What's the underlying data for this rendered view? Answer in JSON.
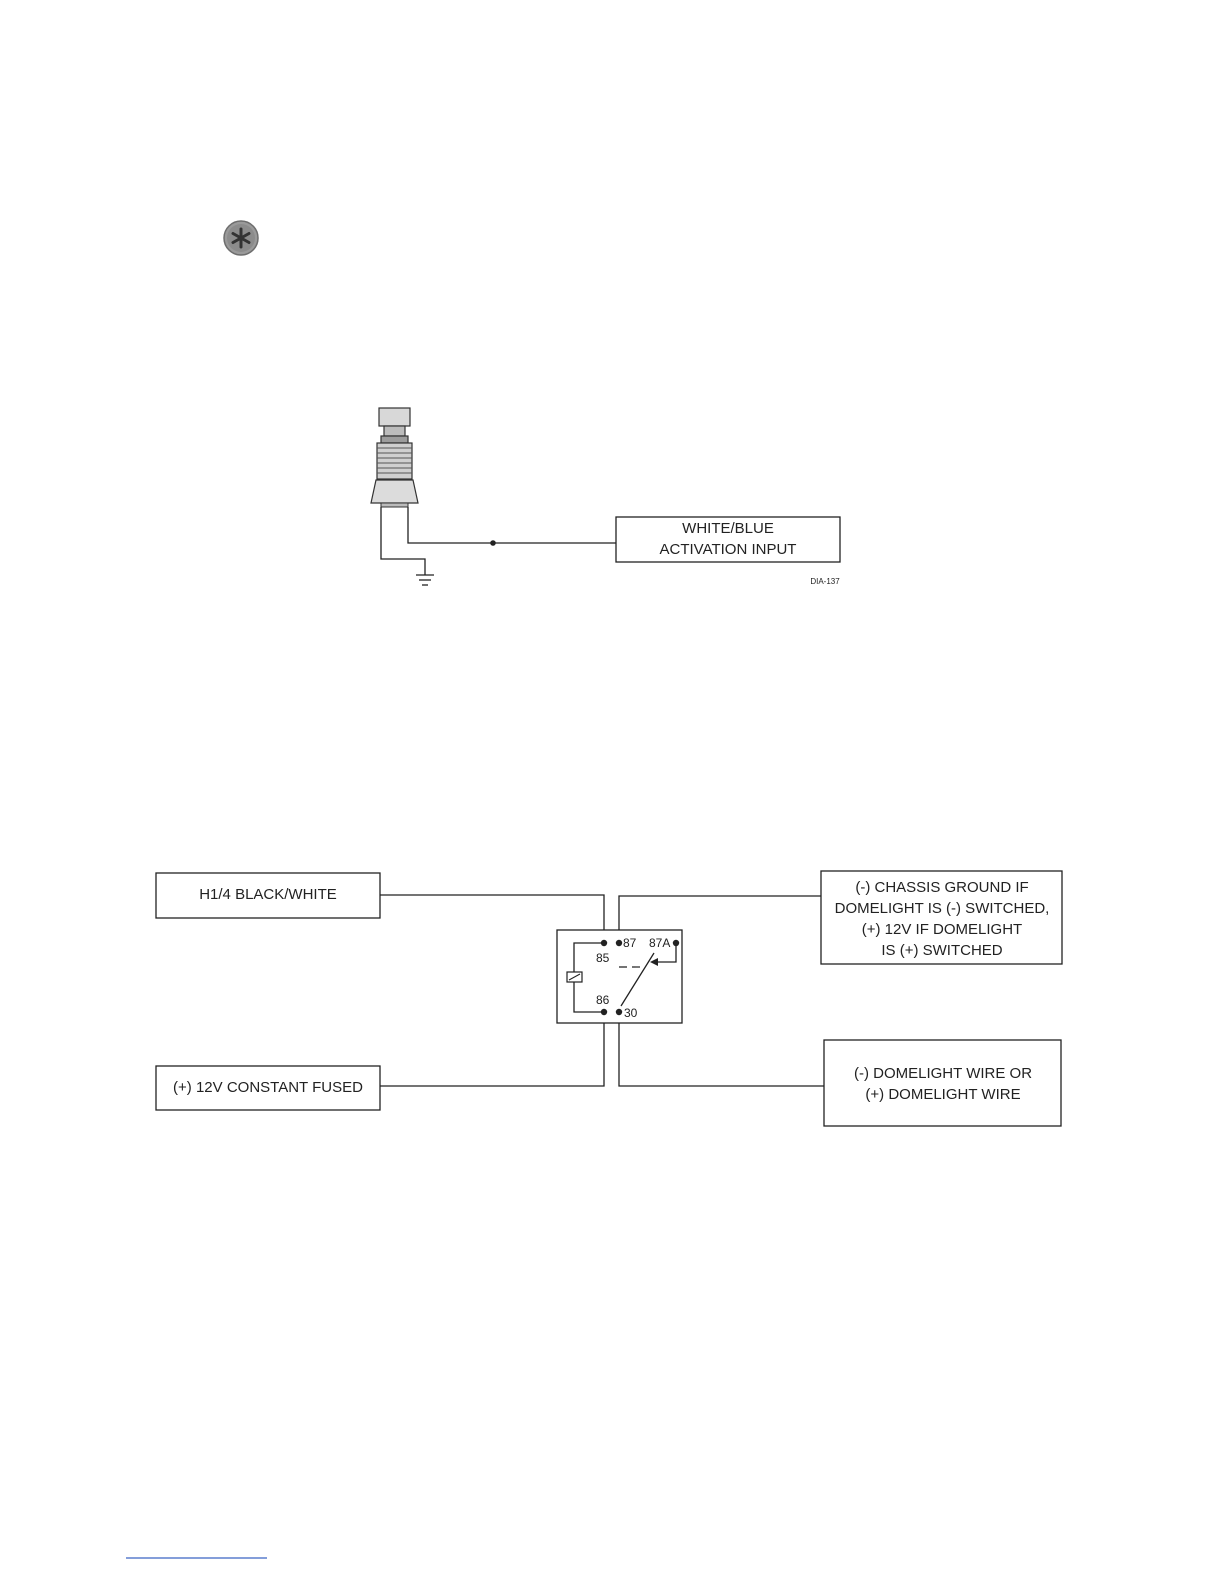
{
  "icon": {
    "name": "asterisk-note-icon",
    "color": "#8c8c8c"
  },
  "diagram1": {
    "box_line1": "WHITE/BLUE",
    "box_line2": "ACTIVATION INPUT",
    "code": "DIA-137"
  },
  "diagram2": {
    "left_top": "H1/4 BLACK/WHITE",
    "left_bottom": "(+) 12V CONSTANT FUSED",
    "right_top": [
      "(-) CHASSIS GROUND IF",
      "DOMELIGHT IS (-) SWITCHED,",
      "(+) 12V IF DOMELIGHT",
      "IS (+) SWITCHED"
    ],
    "right_bottom": [
      "(-) DOMELIGHT WIRE OR",
      "(+) DOMELIGHT WIRE"
    ],
    "relay": {
      "pin85": "85",
      "pin86": "86",
      "pin87": "87",
      "pin87a": "87A",
      "pin30": "30"
    }
  }
}
